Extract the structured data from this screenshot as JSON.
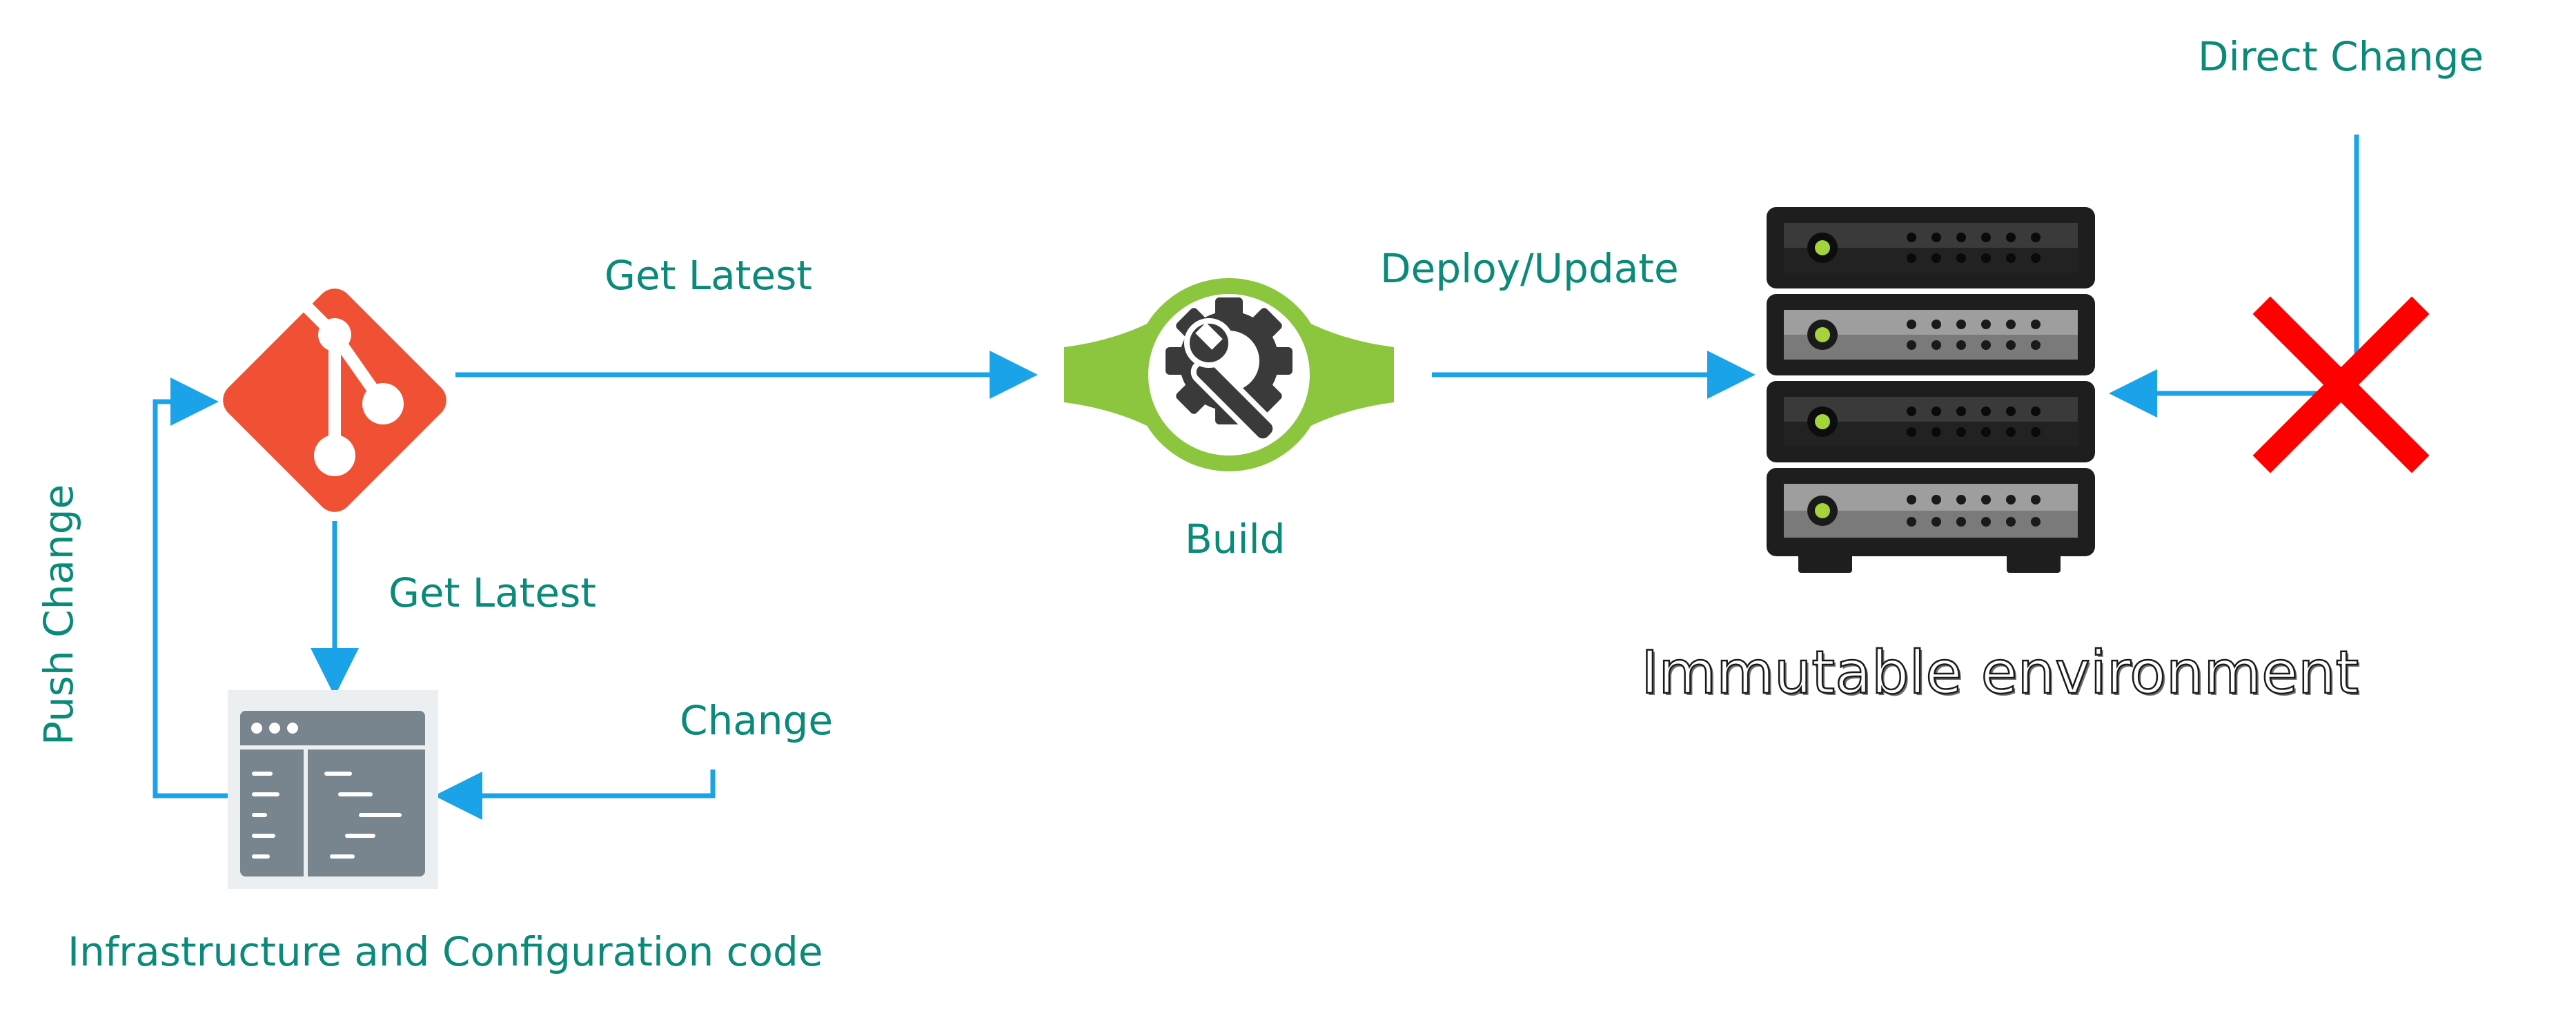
{
  "labels": {
    "get_latest_top": "Get Latest",
    "deploy_update": "Deploy/Update",
    "direct_change": "Direct Change",
    "build": "Build",
    "get_latest_side": "Get Latest",
    "push_change": "Push Change",
    "change": "Change",
    "infra_code": "Infrastructure and Configuration code",
    "immutable_env": "Immutable environment"
  },
  "icons": {
    "git": "git-logo-icon",
    "build": "gear-wrench-icon",
    "server": "server-rack-icon",
    "code_window": "code-window-icon",
    "blocked": "red-x-icon"
  },
  "colors": {
    "arrow": "#1aa3e8",
    "label_text": "#0a8a78",
    "git_orange": "#f05033",
    "build_green": "#8cc63f",
    "gear_dark": "#3a3a3a",
    "server_dark": "#1e1e1e",
    "server_face": "#9e9e9e",
    "led_green": "#a4d33a",
    "code_window_gray": "#78848e",
    "cross_red": "#ff0000"
  }
}
